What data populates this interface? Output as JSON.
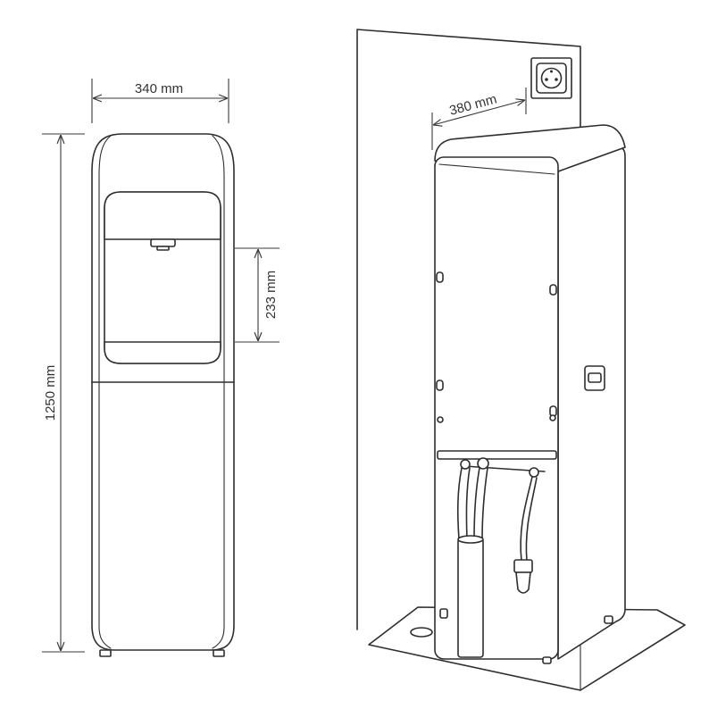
{
  "labels": {
    "front_width": "340 mm",
    "front_height": "1250 mm",
    "dispense_height": "233 mm",
    "depth": "380 mm"
  },
  "colors": {
    "line": "#2e2e2e",
    "background": "#ffffff"
  }
}
